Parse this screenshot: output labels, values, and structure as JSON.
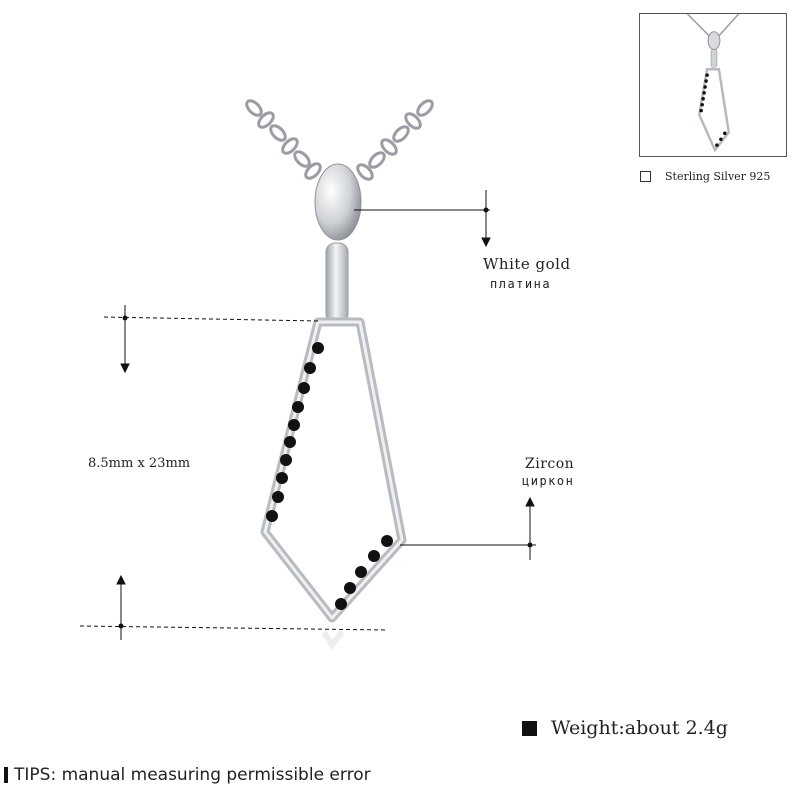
{
  "annotations": {
    "material_en": "White gold",
    "material_ru": "платина",
    "stone_en": "Zircon",
    "stone_ru": "циркон",
    "size": "8.5mm x 23mm"
  },
  "inset": {
    "caption": "Sterling Silver 925"
  },
  "weight": {
    "text": "Weight:about 2.4g"
  },
  "tips": {
    "text": "TIPS: manual measuring permissible error"
  },
  "icons": [
    "necklace-pendant-icon",
    "checkbox-icon",
    "square-bullet-icon",
    "bar-bullet-icon"
  ],
  "colors": {
    "silver": "#c9cbd0",
    "stone": "#111111",
    "text": "#222222"
  }
}
